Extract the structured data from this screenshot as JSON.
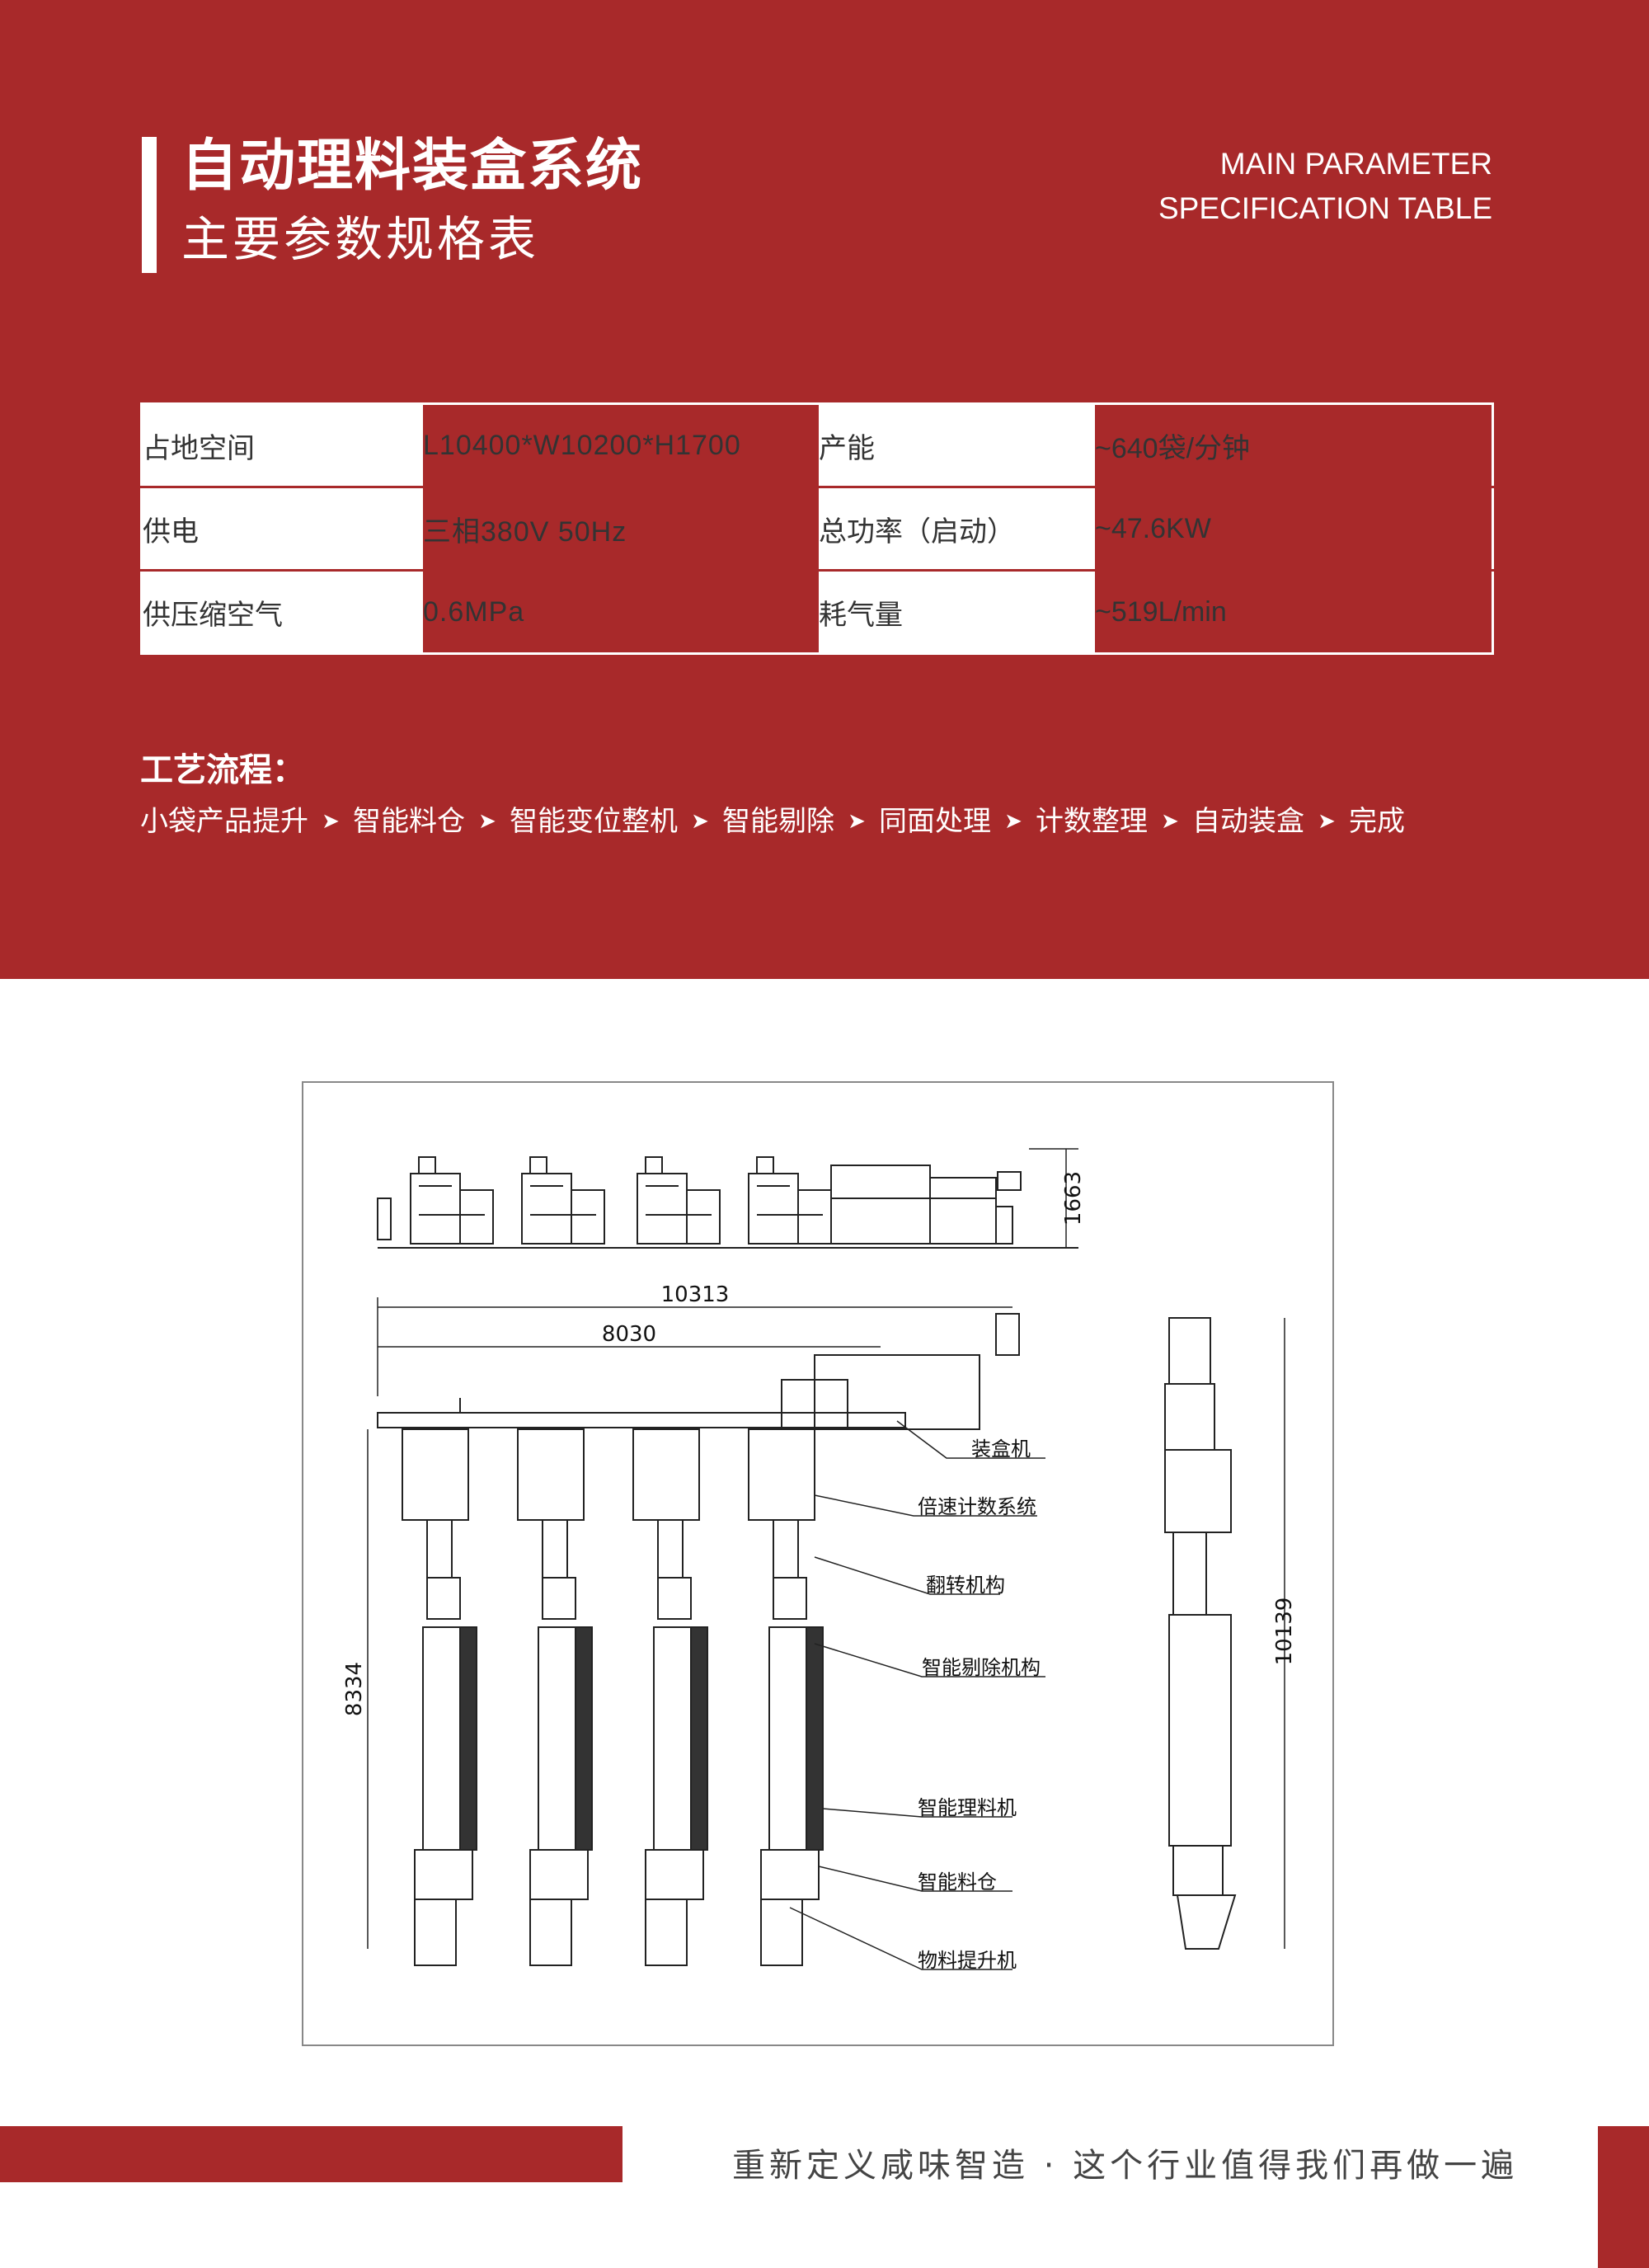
{
  "header": {
    "title": "自动理料装盒系统",
    "subtitle": "主要参数规格表",
    "en_line1": "MAIN PARAMETER",
    "en_line2": "SPECIFICATION TABLE"
  },
  "spec_table": {
    "rows": [
      {
        "label1": "占地空间",
        "value1": "L10400*W10200*H1700",
        "label2": "产能",
        "value2": "~640袋/分钟"
      },
      {
        "label1": "供电",
        "value1": "三相380V 50Hz",
        "label2": "总功率（启动）",
        "value2": "~47.6KW"
      },
      {
        "label1": "供压缩空气",
        "value1": "0.6MPa",
        "label2": "耗气量",
        "value2": "~519L/min"
      }
    ]
  },
  "process": {
    "title": "工艺流程：",
    "steps": [
      "小袋产品提升",
      "智能料仓",
      "智能变位整机",
      "智能剔除",
      "同面处理",
      "计数整理",
      "自动装盒",
      "完成"
    ],
    "arrow": "➤"
  },
  "drawing": {
    "dimensions": {
      "height_side": "1663",
      "total_length": "10313",
      "partial_length": "8030",
      "left_height": "8334",
      "right_height": "10139"
    },
    "labels": [
      "装盒机",
      "倍速计数系统",
      "翻转机构",
      "智能剔除机构",
      "智能理料机",
      "智能料仓",
      "物料提升机"
    ]
  },
  "footer": {
    "slogan": "重新定义咸味智造 · 这个行业值得我们再做一遍"
  },
  "colors": {
    "brand_red": "#a8292a",
    "white": "#ffffff"
  }
}
